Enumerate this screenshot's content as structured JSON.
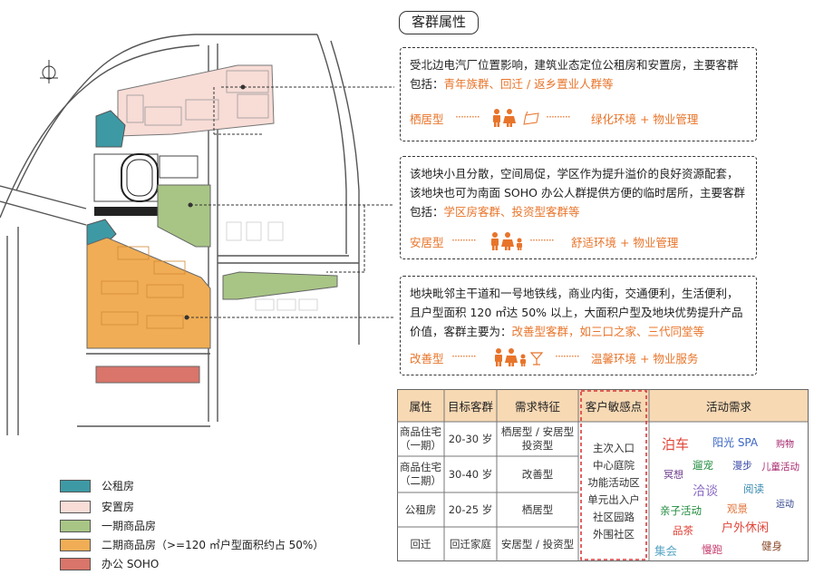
{
  "legend": [
    {
      "label": "公租房",
      "color": "#3d9aa5"
    },
    {
      "label": "安置房",
      "color": "#f8dcd6"
    },
    {
      "label": "一期商品房",
      "color": "#a8c585"
    },
    {
      "label": "二期商品房（>=120 ㎡户型面积约占 50%）",
      "color": "#f0ad55"
    },
    {
      "label": "办公 SOHO",
      "color": "#d9756a"
    }
  ],
  "section_title": "客群属性",
  "cards": [
    {
      "text_before": "受北边电汽厂位置影响，建筑业态定位公租房和安置房，主要客群包括：",
      "highlight": "青年族群、回迁 / 返乡置业人群等",
      "text_after": "",
      "type": "栖居型",
      "need": "绿化环境 + 物业管理"
    },
    {
      "text_before": "该地块小且分散，空间局促，学区作为提升溢价的良好资源配套，该地块也可为南面 SOHO 办公人群提供方便的临时居所，主要客群包括：",
      "highlight": "学区房客群、投资型客群等",
      "text_after": "",
      "type": "安居型",
      "need": "舒适环境 + 物业管理"
    },
    {
      "text_before": "地块毗邻主干道和一号地铁线，商业内街，交通便利，生活便利，且户型面积 120 ㎡达 50% 以上，大面积户型及地块优势提升产品价值，客群主要为：",
      "highlight": "改善型客群，如三口之家、三代同堂等",
      "text_after": "",
      "type": "改善型",
      "need": "温馨环境 + 物业服务"
    }
  ],
  "table": {
    "headers": [
      "属性",
      "目标客群",
      "需求特征",
      "客户敏感点",
      "活动需求"
    ],
    "rows": [
      {
        "attr": "商品住宅（一期）",
        "group": "20-30 岁",
        "feature": "栖居型 / 安居型投资型"
      },
      {
        "attr": "商品住宅（二期）",
        "group": "30-40 岁",
        "feature": "改善型"
      },
      {
        "attr": "公租房",
        "group": "20-25 岁",
        "feature": "栖居型"
      },
      {
        "attr": "回迁",
        "group": "回迁家庭",
        "feature": "安居型 / 投资型"
      }
    ],
    "sensitive_points": [
      "主次入口",
      "中心庭院",
      "功能活动区",
      "单元出入户",
      "社区园路",
      "外围社区"
    ],
    "activities": [
      {
        "text": "泊车",
        "color": "#e0473b"
      },
      {
        "text": "阳光 SPA",
        "color": "#3b66c4"
      },
      {
        "text": "购物",
        "color": "#a6286e"
      },
      {
        "text": "冥想",
        "color": "#6b3a8a"
      },
      {
        "text": "遛宠",
        "color": "#1f8a3c"
      },
      {
        "text": "漫步",
        "color": "#3b4aa8"
      },
      {
        "text": "儿童活动",
        "color": "#a6286e"
      },
      {
        "text": "洽谈",
        "color": "#8a6bc4"
      },
      {
        "text": "阅读",
        "color": "#3a8ab0"
      },
      {
        "text": "亲子活动",
        "color": "#1f8a3c"
      },
      {
        "text": "观景",
        "color": "#e0743b"
      },
      {
        "text": "运动",
        "color": "#2a3e8a"
      },
      {
        "text": "品茶",
        "color": "#e0473b"
      },
      {
        "text": "户外休闲",
        "color": "#e0473b"
      },
      {
        "text": "集会",
        "color": "#5aa6c4"
      },
      {
        "text": "慢跑",
        "color": "#c43b6b"
      },
      {
        "text": "健身",
        "color": "#8a4a2a"
      }
    ]
  }
}
